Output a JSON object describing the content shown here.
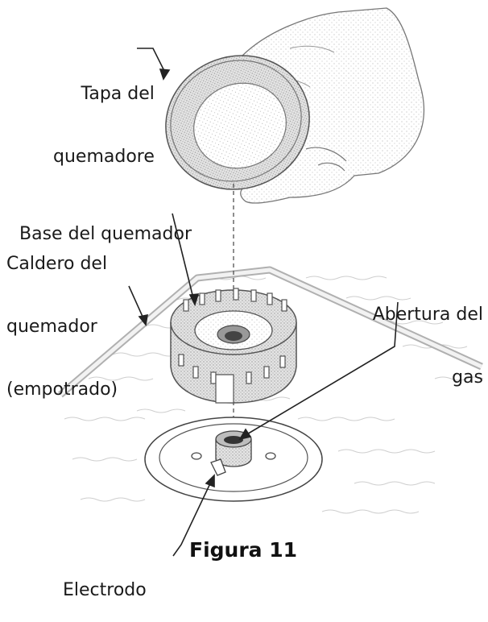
{
  "diagram": {
    "labels": {
      "tapa": [
        "Tapa del",
        "quemadore"
      ],
      "base": "Base del quemador",
      "caldero": [
        "Caldero del",
        "quemador",
        "(empotrado)"
      ],
      "abertura": [
        "Abertura del",
        "gas"
      ],
      "electrodo": "Electrodo"
    },
    "caption": "Figura 11"
  }
}
